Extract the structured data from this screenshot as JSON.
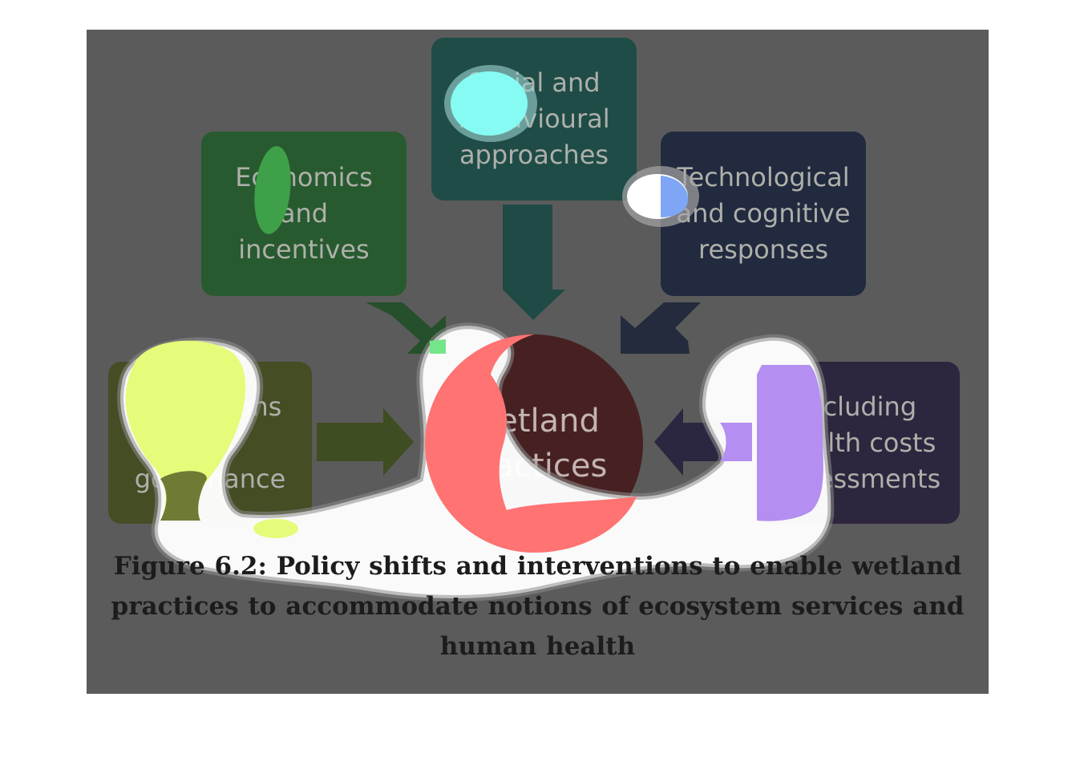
{
  "diagram": {
    "boxes": {
      "social": "Social and\nbehavioural\napproaches",
      "economics": "Economics\nand\nincentives",
      "technological": "Technological\nand cognitive\nresponses",
      "institutions": "Institutions\nand\ngovernance",
      "health": "Including\nhealth costs\nassessments"
    },
    "center": "Wetland\npractices",
    "colors": {
      "social": "#1f4c47",
      "economics": "#285a2f",
      "technological": "#222a3f",
      "institutions": "#454d25",
      "health": "#2e263e",
      "center": "#472121",
      "background": "#5b5b5b"
    }
  },
  "caption": "Figure 6.2: Policy shifts and interventions to enable wetland practices to accommodate notions of ecosystem services and human health"
}
